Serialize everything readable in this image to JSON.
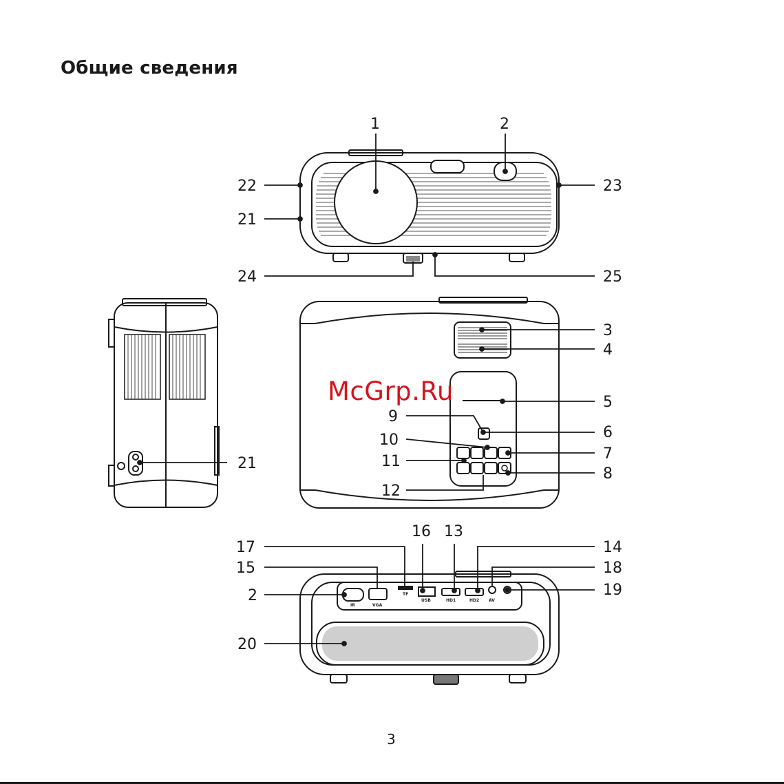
{
  "page": {
    "title": "Общие сведения",
    "watermark": "McGrp.Ru",
    "page_number": "3"
  },
  "callouts": {
    "c1": "1",
    "c2": "2",
    "c2b": "2",
    "c3": "3",
    "c4": "4",
    "c5": "5",
    "c6": "6",
    "c7": "7",
    "c8": "8",
    "c9": "9",
    "c10": "10",
    "c11": "11",
    "c12": "12",
    "c13": "13",
    "c14": "14",
    "c15": "15",
    "c16": "16",
    "c17": "17",
    "c18": "18",
    "c19": "19",
    "c20": "20",
    "c21": "21",
    "c21b": "21",
    "c22": "22",
    "c23": "23",
    "c24": "24",
    "c25": "25"
  },
  "ports": {
    "ir": "IR",
    "vga": "VGA",
    "tf": "TF",
    "usb": "USB",
    "hd1": "HD1",
    "hd2": "HD2",
    "av": "AV"
  }
}
